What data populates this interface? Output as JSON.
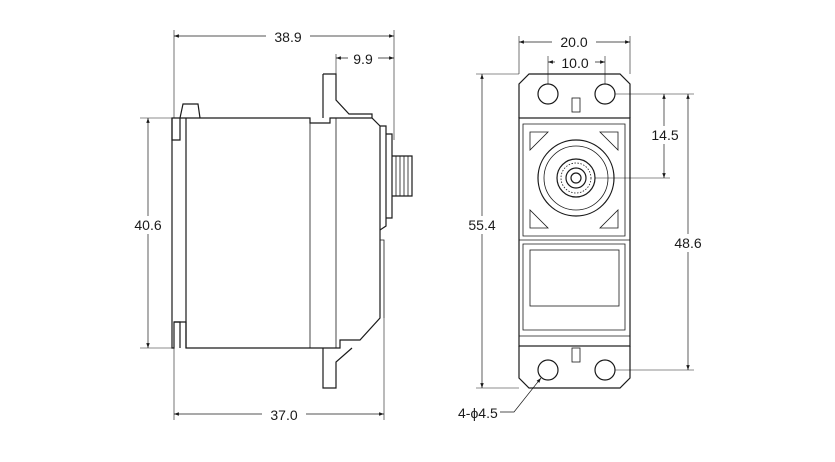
{
  "drawing": {
    "colors": {
      "line": "#1a1a1a",
      "background": "#ffffff"
    },
    "side_view": {
      "dimensions": {
        "overall_length": "38.9",
        "flange_to_spline": "9.9",
        "body_height": "40.6",
        "body_length": "37.0"
      }
    },
    "front_view": {
      "dimensions": {
        "mount_hole_span": "20.0",
        "mount_hole_offset": "10.0",
        "spline_offset": "14.5",
        "overall_height": "55.4",
        "hole_spacing": "48.6",
        "hole_callout": "4-ϕ4.5"
      }
    }
  }
}
